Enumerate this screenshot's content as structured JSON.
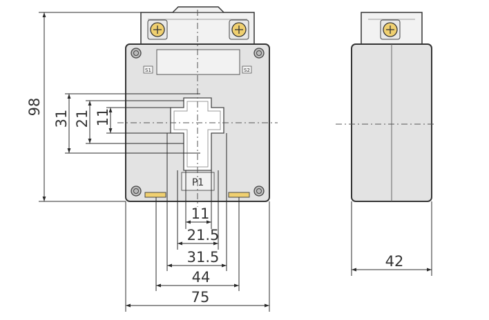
{
  "front_view": {
    "terminal_labels": {
      "s1": "S1",
      "s2": "S2"
    },
    "primary_label": "P1",
    "dimensions": {
      "height": "98",
      "window_31": "31",
      "window_21": "21",
      "window_11": "11",
      "bottom_11": "11",
      "bottom_21_5": "21.5",
      "bottom_31_5": "31.5",
      "bottom_44": "44",
      "bottom_75": "75"
    }
  },
  "side_view": {
    "dimensions": {
      "depth": "42"
    }
  },
  "colors": {
    "body_fill": "#e3e3e3",
    "terminal_fill": "#f2f2f2",
    "screw_fill": "#f0d070",
    "window_fill": "#ffffff",
    "line": "#2a2a2a"
  }
}
